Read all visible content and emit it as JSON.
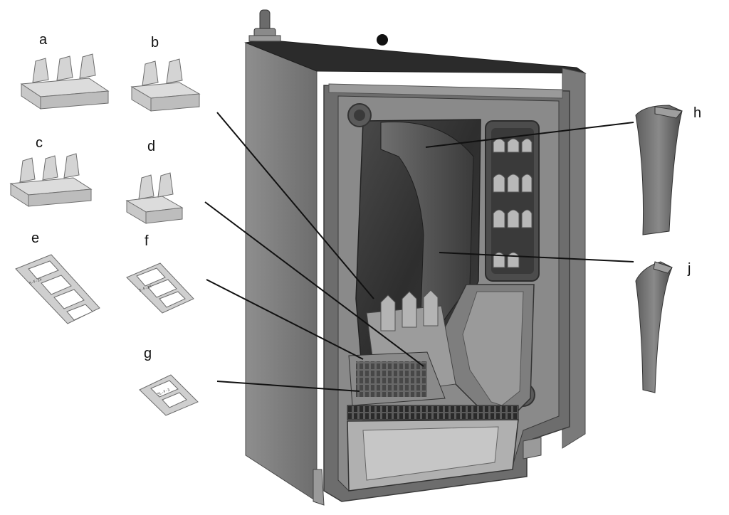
{
  "labels": {
    "a": "a",
    "b": "b",
    "c": "c",
    "d": "d",
    "e": "e",
    "f": "f",
    "g": "g",
    "h": "h",
    "j": "j"
  },
  "part_stamps": {
    "e": "S-F-2X",
    "f": "S-F-2X",
    "g": "SL-F-3"
  },
  "colors": {
    "part_fill": "#cdcdcd",
    "part_edge": "#6e6e6e",
    "boiler_dark": "#3a3a3a",
    "boiler_mid": "#6a6a6a",
    "boiler_light": "#9c9c9c",
    "leader_line": "#111111"
  }
}
